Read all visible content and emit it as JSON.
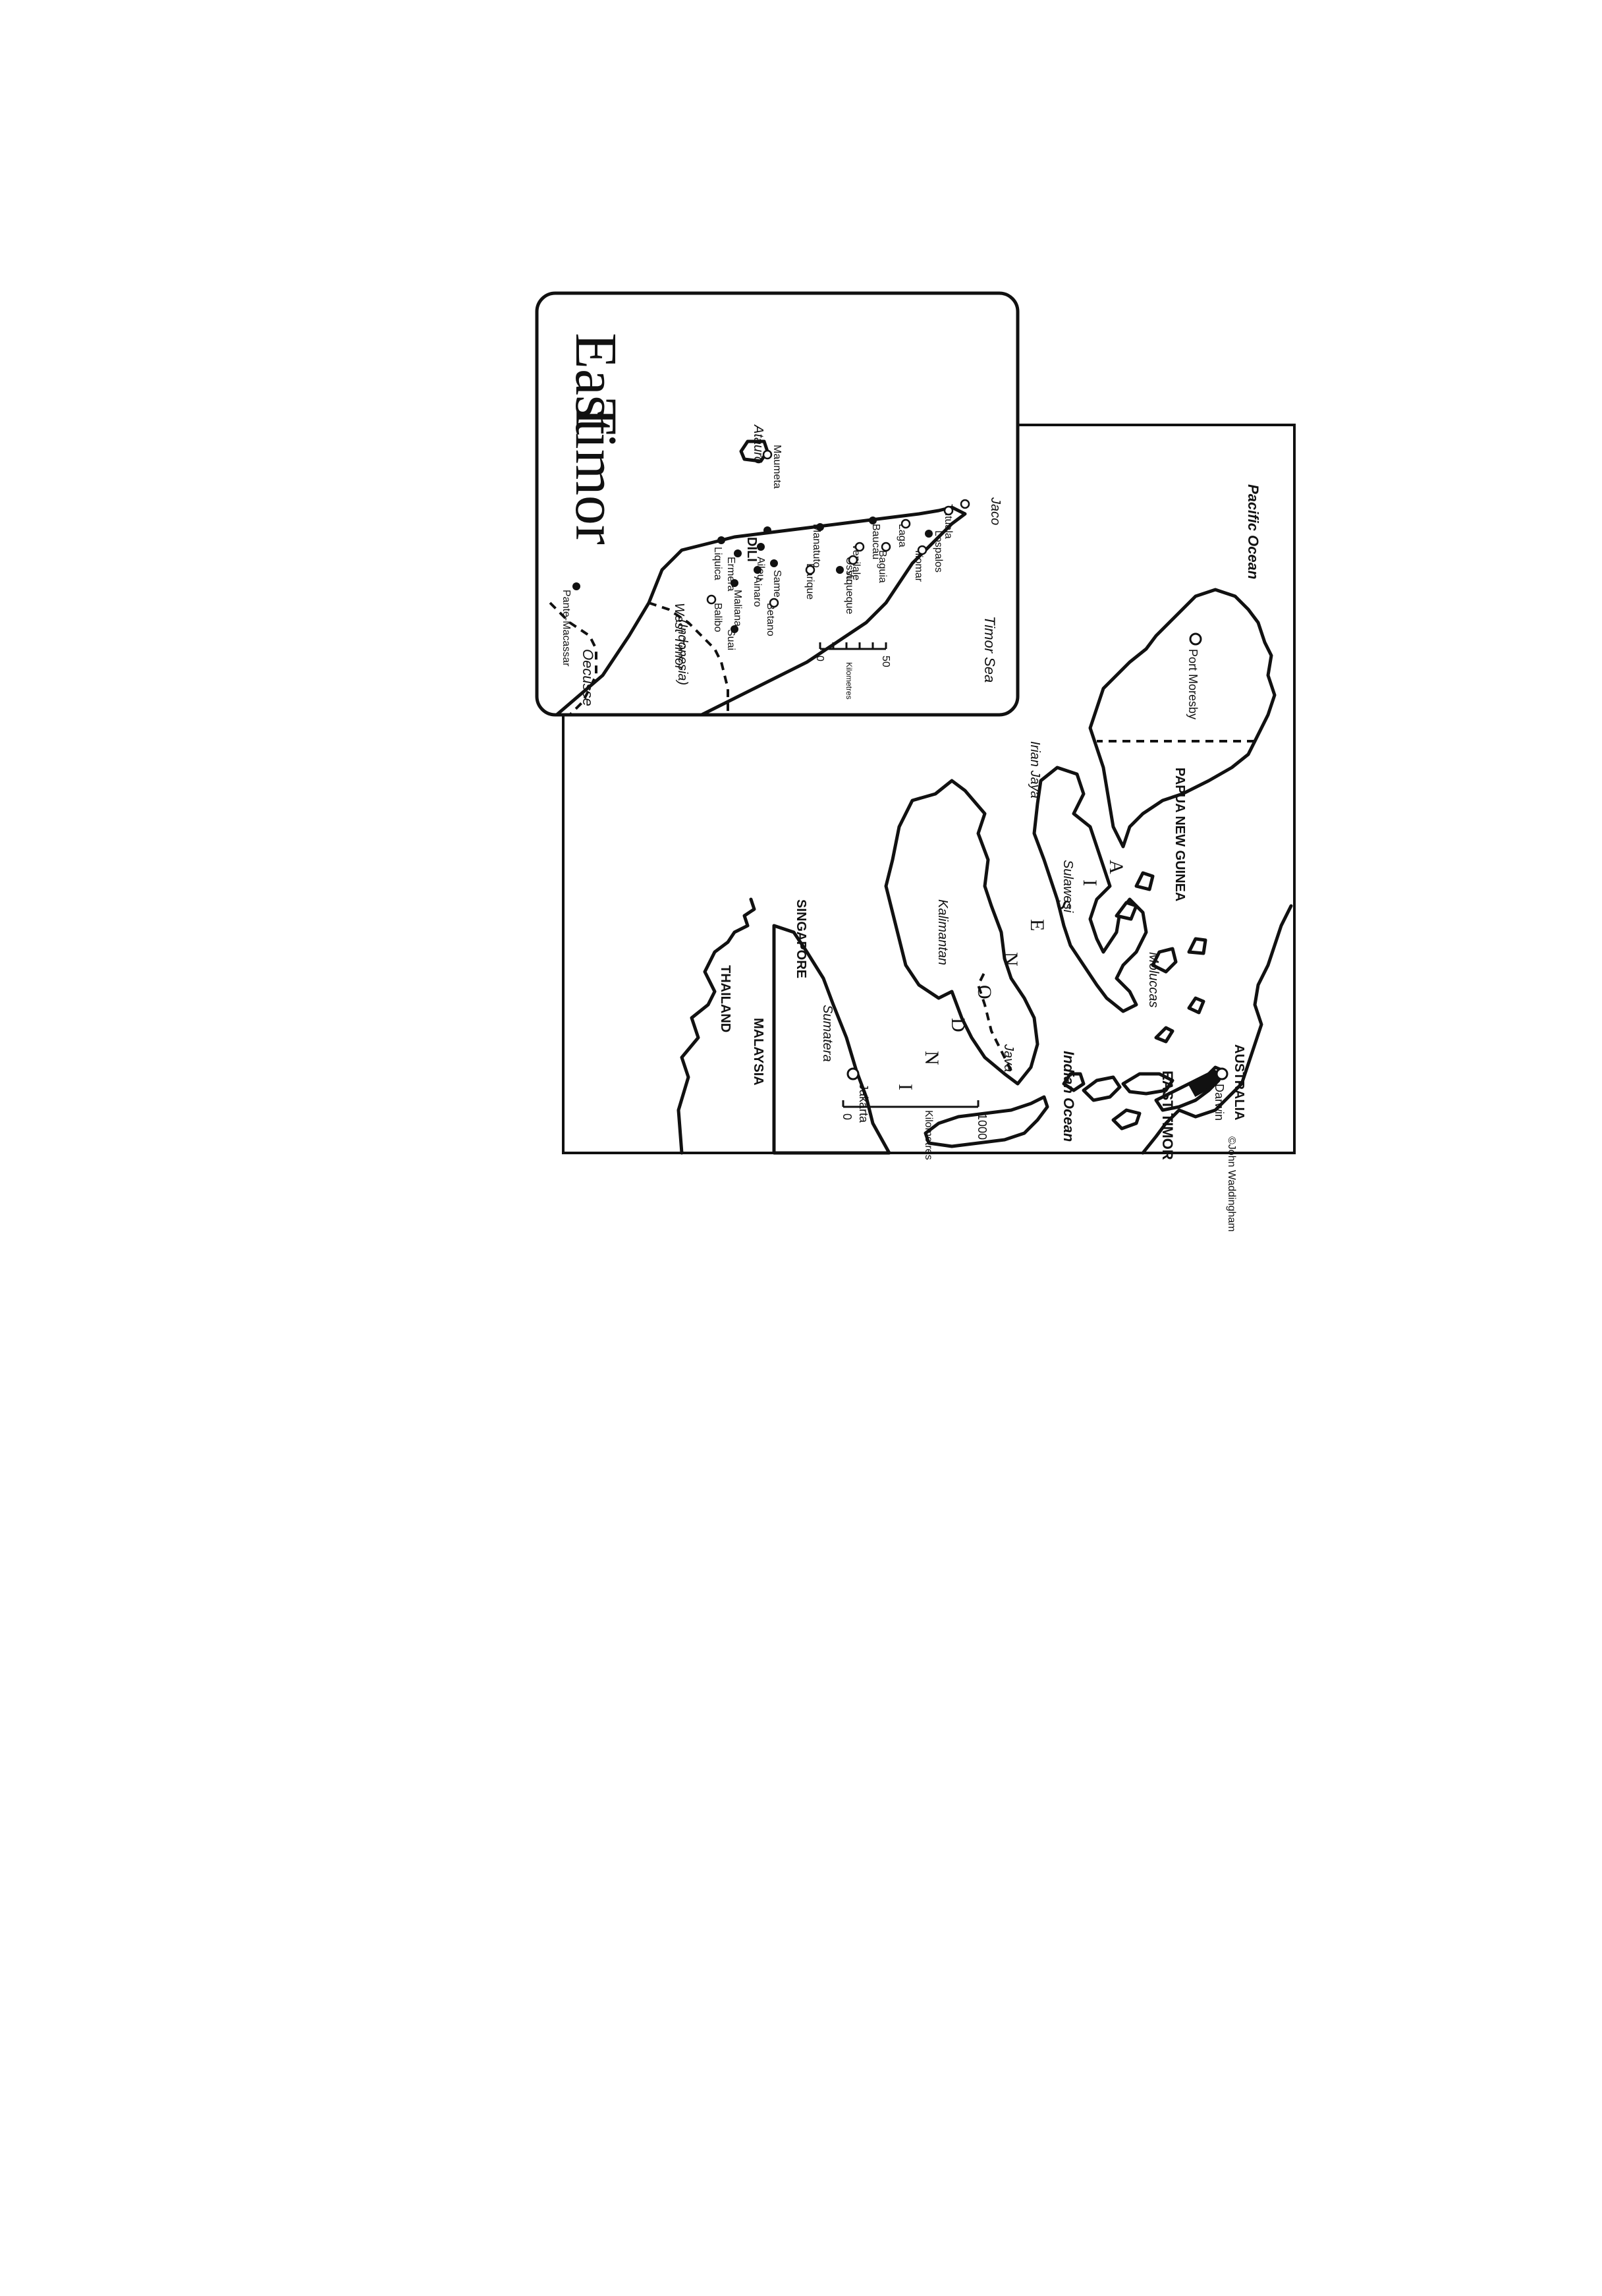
{
  "regional_map": {
    "countries": {
      "thailand": "THAILAND",
      "malaysia": "MALAYSIA",
      "singapore": "SINGAPORE",
      "papua_new_guinea": "PAPUA NEW GUINEA",
      "australia": "AUSTRALIA",
      "east_timor": "EAST TIMOR",
      "indonesia_letters": [
        "I",
        "N",
        "D",
        "O",
        "N",
        "E",
        "S",
        "I",
        "A"
      ]
    },
    "regions": {
      "sumatera": "Sumatera",
      "kalimantan": "Kalimantan",
      "sulawesi": "Sulawesi",
      "java": "Java",
      "moluccas": "Moluccas",
      "irian_jaya": "Irian Jaya"
    },
    "oceans": {
      "pacific": "Pacific Ocean",
      "indian": "Indian Ocean"
    },
    "cities": {
      "jakarta": "Jakarta",
      "darwin": "Darwin",
      "port_moresby": "Port Moresby"
    },
    "scale": {
      "zero": "0",
      "max": "1000",
      "unit": "Kilometres"
    },
    "credit": "©John Waddingham"
  },
  "inset_map": {
    "title_line1": "East",
    "title_line2": "Timor",
    "sea": "Timor Sea",
    "regions": {
      "west_timor": "West Timor",
      "west_timor_country": "(Indonesia)",
      "oecusse": "Oecusse",
      "atauro": "Atauro",
      "jaco": "Jaco"
    },
    "towns": {
      "pante_macassar": "Pante-Macassar",
      "maumeta": "Maumeta",
      "dili": "DILI",
      "liquica": "Liquica",
      "ermera": "Ermera",
      "aileu": "Aileu",
      "ainaro": "Ainaro",
      "same": "Same",
      "maliana": "Maliana",
      "balibo": "Balibo",
      "suai": "Suai",
      "betano": "Betano",
      "manatuto": "Manatuto",
      "barique": "Barique",
      "viqueque": "Viqueque",
      "ossu": "Ossu",
      "venilale": "Venilale",
      "baucau": "Baucau",
      "baguia": "Baguia",
      "laga": "Laga",
      "iliomar": "Iliomar",
      "lospalos": "Lospalos",
      "tutuala": "Tutuala"
    },
    "scale": {
      "zero": "0",
      "max": "50",
      "unit": "Kilometres"
    }
  },
  "icons": {
    "capital": "filled-circle",
    "town": "open-circle"
  }
}
